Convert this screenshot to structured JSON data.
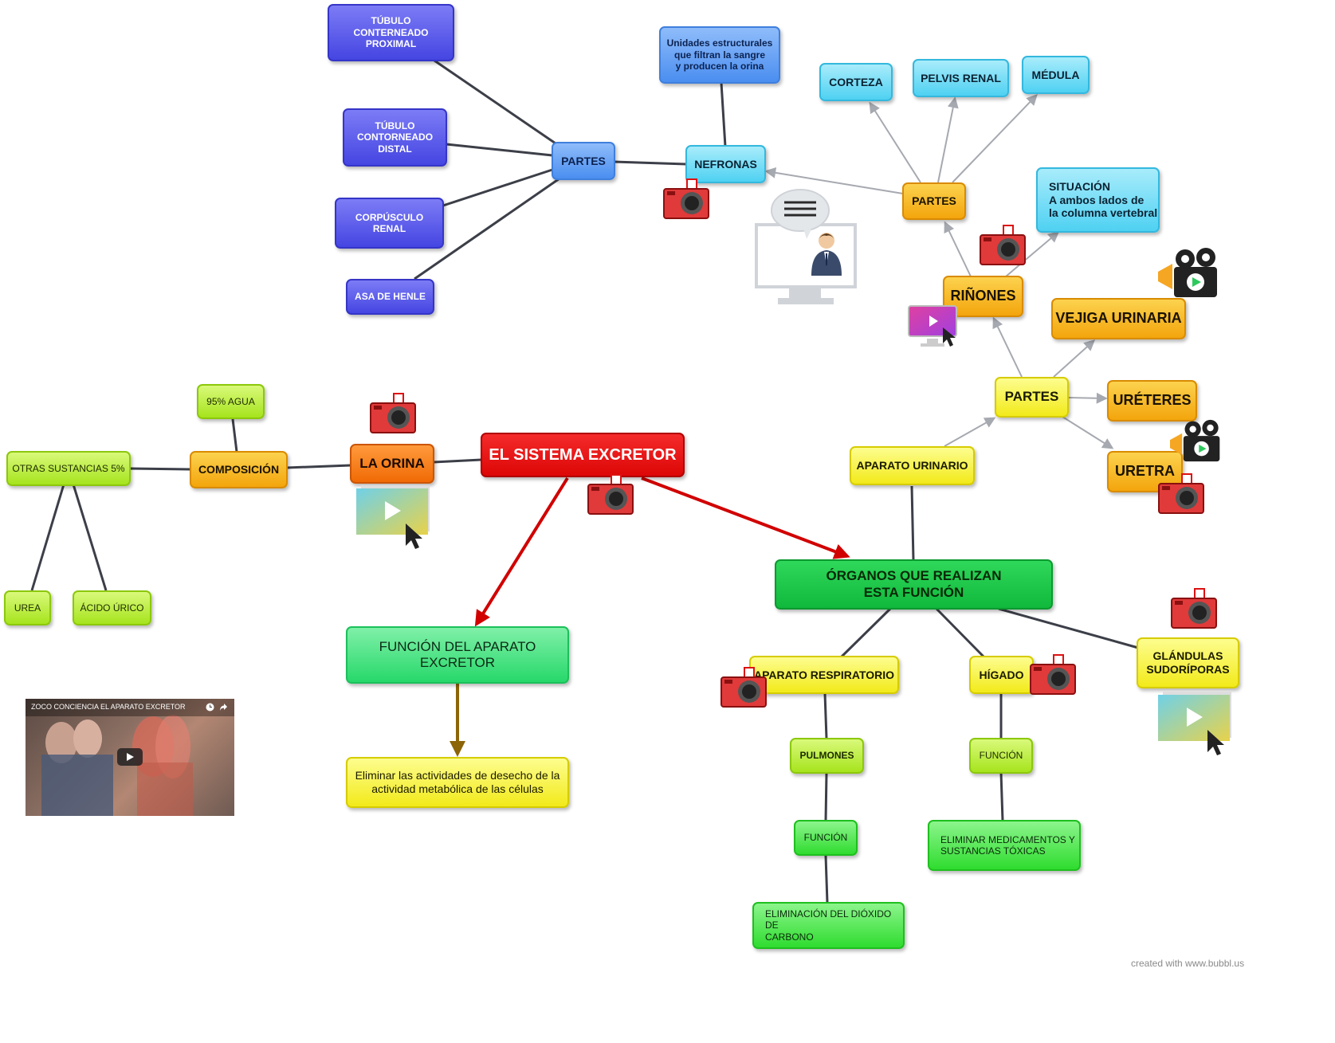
{
  "nodes": {
    "main": "EL SISTEMA EXCRETOR",
    "la_orina": "LA ORINA",
    "composicion": "COMPOSICIÓN",
    "agua": "95% AGUA",
    "otras": "OTRAS SUSTANCIAS 5%",
    "urea": "UREA",
    "acido_urico": "ÁCIDO ÚRICO",
    "funcion_aparato": "FUNCIÓN DEL APARATO\nEXCRETOR",
    "eliminar_actividades": "Eliminar las actividades de desecho de la\nactividad metabólica de las células",
    "organos": "ÓRGANOS QUE REALIZAN\nESTA FUNCIÓN",
    "aparato_respiratorio": "APARATO RESPIRATORIO",
    "pulmones": "PULMONES",
    "funcion_pulmones": "FUNCIÓN",
    "eliminacion_co2": "ELIMINACIÓN DEL DIÓXIDO DE\nCARBONO",
    "higado": "HÍGADO",
    "funcion_higado": "FUNCIÓN",
    "eliminar_medicamentos": "ELIMINAR MEDICAMENTOS Y\nSUSTANCIAS TÓXICAS",
    "glandulas": "GLÁNDULAS\nSUDORÍPORAS",
    "aparato_urinario": "APARATO URINARIO",
    "partes_urinario": "PARTES",
    "rinones": "RIÑONES",
    "vejiga": "VEJIGA URINARIA",
    "ureteres": "URÉTERES",
    "uretra": "URETRA",
    "partes_rinones": "PARTES",
    "situacion": "SITUACIÓN\nA ambos lados de\nla columna vertebral",
    "corteza": "CORTEZA",
    "pelvis_renal": "PELVIS RENAL",
    "medula": "MÉDULA",
    "nefronas": "NEFRONAS",
    "unidades": "Unidades estructurales\nque filtran la sangre\ny producen la orina",
    "partes_nefronas": "PARTES",
    "tubulo_proximal": "TÚBULO\nCONTERNEADO\nPROXIMAL",
    "tubulo_distal": "TÚBULO\nCONTORNEADO\nDISTAL",
    "corpusculo": "CORPÚSCULO\nRENAL",
    "asa_henle": "ASA DE  HENLE"
  },
  "video": {
    "title": "ZOCO CONCIENCIA EL APARATO EXCRETOR"
  },
  "footer": {
    "credit": "created with www.bubbl.us"
  },
  "colors": {
    "red_connector": "#d10000",
    "brown_connector": "#8b6508",
    "dark_connector": "#3c3f48",
    "grey_arrow": "#a6a9b0"
  },
  "icons": [
    "camera-icon",
    "video-camera-icon",
    "video-play-icon",
    "monitor-video-icon",
    "presenter-icon"
  ]
}
